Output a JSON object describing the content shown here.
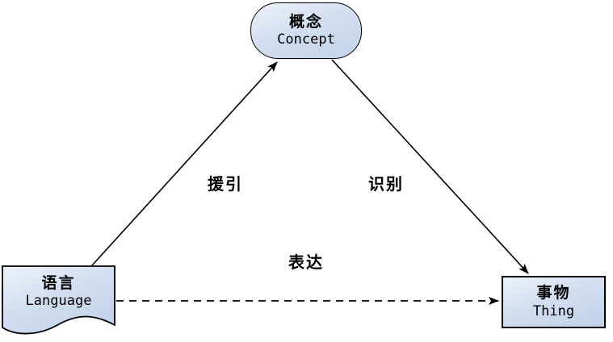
{
  "diagram": {
    "type": "semiotic-triangle",
    "nodes": {
      "concept": {
        "zh": "概念",
        "en": "Concept",
        "shape": "rounded-rectangle"
      },
      "language": {
        "zh": "语言",
        "en": "Language",
        "shape": "document"
      },
      "thing": {
        "zh": "事物",
        "en": "Thing",
        "shape": "rectangle"
      }
    },
    "edges": {
      "cite": {
        "label": "援引",
        "from": "language",
        "to": "concept",
        "line": "solid",
        "arrowhead": "filled"
      },
      "identify": {
        "label": "识别",
        "from": "concept",
        "to": "thing",
        "line": "solid",
        "arrowhead": "filled"
      },
      "express": {
        "label": "表达",
        "from": "language",
        "to": "thing",
        "line": "dashed",
        "arrowhead": "filled"
      }
    },
    "colors": {
      "background": "#ffffff",
      "node_fill_light": "#eef3fa",
      "node_fill_dark": "#c3d3ea",
      "node_border": "#000000",
      "arrow": "#000000",
      "text": "#000000"
    }
  }
}
